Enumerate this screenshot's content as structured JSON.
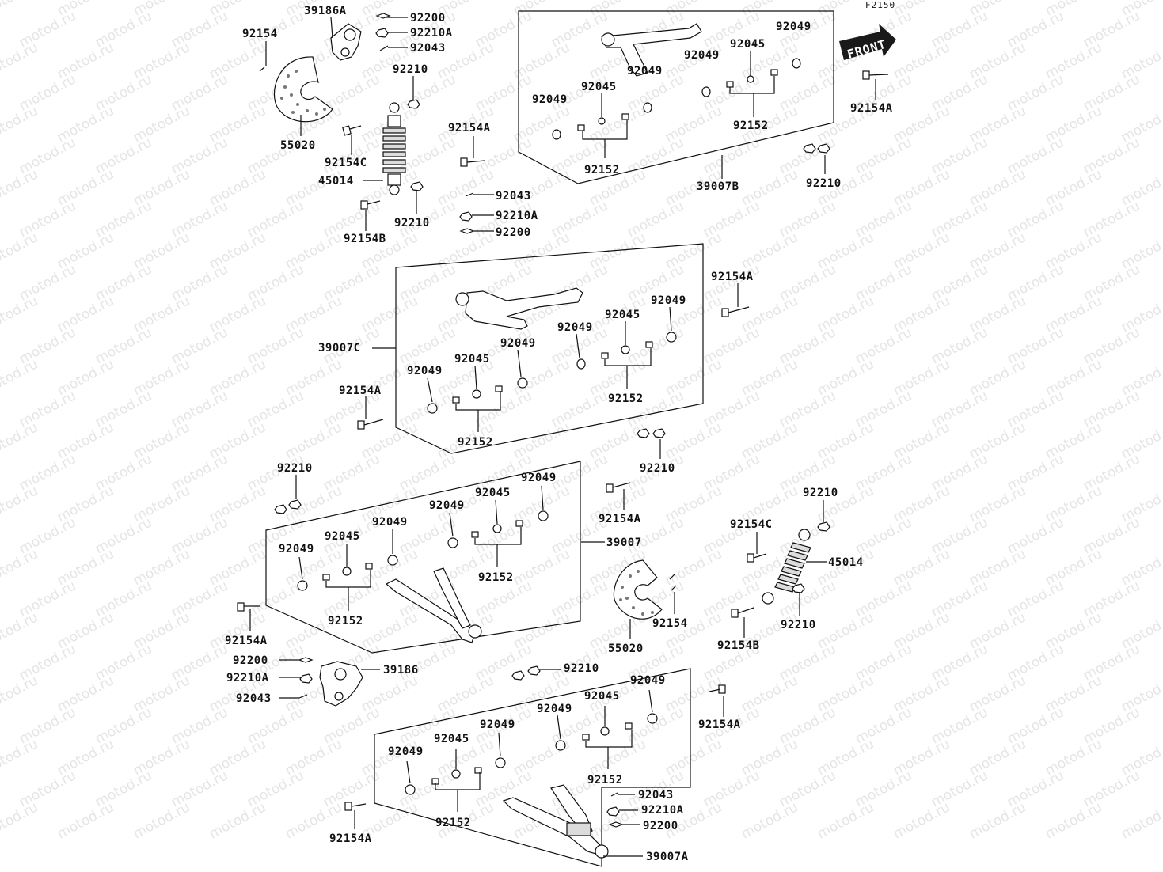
{
  "diagram_code": "F2150",
  "front_label": "FRONT",
  "watermark": "motod.ru",
  "labels": {
    "l_39186A": "39186A",
    "l_92200_a": "92200",
    "l_92210A_a": "92210A",
    "l_92043_a": "92043",
    "l_92154_a": "92154",
    "l_92210_a": "92210",
    "l_55020_a": "55020",
    "l_92154C_a": "92154C",
    "l_45014_a": "45014",
    "l_92154A_a": "92154A",
    "l_92210_b": "92210",
    "l_92154B_a": "92154B",
    "l_92043_b": "92043",
    "l_92210A_b": "92210A",
    "l_92200_b": "92200",
    "l_92049_a": "92049",
    "l_92045_a": "92045",
    "l_92049_b": "92049",
    "l_92049_c": "92049",
    "l_92049_d": "92049",
    "l_92045_b": "92045",
    "l_92152_a": "92152",
    "l_92152_b": "92152",
    "l_39007B": "39007B",
    "l_92210_c": "92210",
    "l_92154A_b": "92154A",
    "l_92154A_c": "92154A",
    "l_92049_e": "92049",
    "l_92045_c": "92045",
    "l_92049_f": "92049",
    "l_39007C": "39007C",
    "l_92049_g": "92049",
    "l_92049_h": "92049",
    "l_92045_d": "92045",
    "l_92154A_d": "92154A",
    "l_92152_c": "92152",
    "l_92152_d": "92152",
    "l_92210_d": "92210",
    "l_92210_e": "92210",
    "l_92049_i": "92049",
    "l_92045_e": "92045",
    "l_92049_j": "92049",
    "l_92154A_e": "92154A",
    "l_92049_k": "92049",
    "l_92049_l": "92049",
    "l_92045_f": "92045",
    "l_39007": "39007",
    "l_92152_e": "92152",
    "l_92152_f": "92152",
    "l_92154A_f": "92154A",
    "l_92210_f": "92210",
    "l_92154C_b": "92154C",
    "l_45014_b": "45014",
    "l_55020_b": "55020",
    "l_92154_b": "92154",
    "l_92154B_b": "92154B",
    "l_92210_g": "92210",
    "l_92200_c": "92200",
    "l_92210A_c": "92210A",
    "l_39186": "39186",
    "l_92043_c": "92043",
    "l_92210_h": "92210",
    "l_92049_m": "92049",
    "l_92049_n": "92049",
    "l_92045_g": "92045",
    "l_92154A_g": "92154A",
    "l_92049_o": "92049",
    "l_92049_p": "92049",
    "l_92045_h": "92045",
    "l_92152_g": "92152",
    "l_92152_h": "92152",
    "l_92043_d": "92043",
    "l_92210A_d": "92210A",
    "l_92200_d": "92200",
    "l_92154A_h": "92154A",
    "l_39007A": "39007A"
  }
}
